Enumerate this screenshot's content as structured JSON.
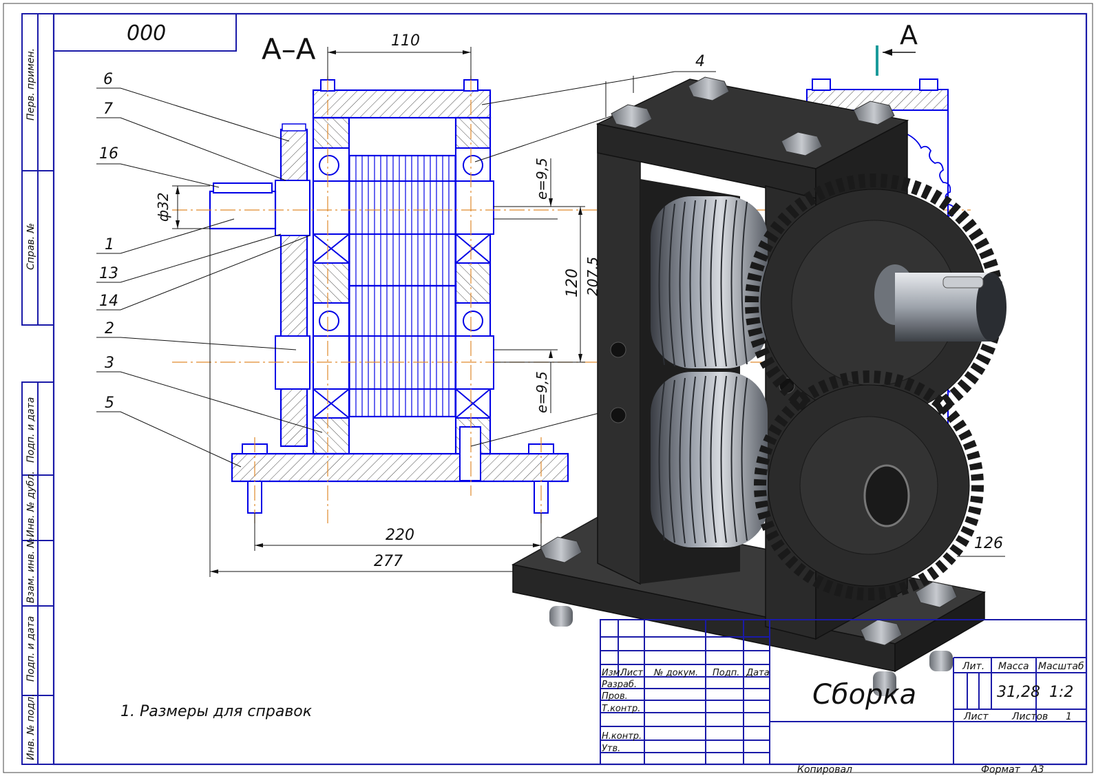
{
  "drawing": {
    "code": "000",
    "section_label": "А–А",
    "view_label": "А",
    "note": "1. Размеры для справок",
    "sidebar_labels": [
      "Перв. примен.",
      "Справ. №",
      "Подп. и дата",
      "Инв. № дубл.",
      "Взам. инв. №",
      "Подп. и дата",
      "Инв. № подл."
    ],
    "dimensions": {
      "top_width": "110",
      "shaft_dia": "ф32",
      "offset_top": "е=9,5",
      "offset_bottom": "е=9,5",
      "center_distance": "120",
      "height_partial": "207,5",
      "base_holes": "220",
      "overall_width": "277",
      "depth": "126"
    },
    "callouts": [
      "6",
      "7",
      "16",
      "1",
      "13",
      "14",
      "2",
      "3",
      "5",
      "4"
    ]
  },
  "title_block": {
    "col_headers": [
      "Изм.",
      "Лист",
      "№ докум.",
      "Подп.",
      "Дата"
    ],
    "rows": [
      "Разраб.",
      "Пров.",
      "Т.контр.",
      "Н.контр.",
      "Утв."
    ],
    "name": "Сборка",
    "lit_label": "Лит.",
    "mass_label": "Масса",
    "scale_label": "Масштаб",
    "mass_value": "31,28",
    "scale_value": "1:2",
    "sheet_label": "Лист",
    "sheets_label": "Листов",
    "sheets_value": "1",
    "copied_label": "Копировал",
    "format_label": "Формат",
    "format_value": "А3"
  },
  "colors": {
    "frame": "#1a1aa8",
    "line": "#0000e6",
    "axis": "#e08a2c",
    "render": "#2a2a2a",
    "teal": "#1a9a9a"
  }
}
